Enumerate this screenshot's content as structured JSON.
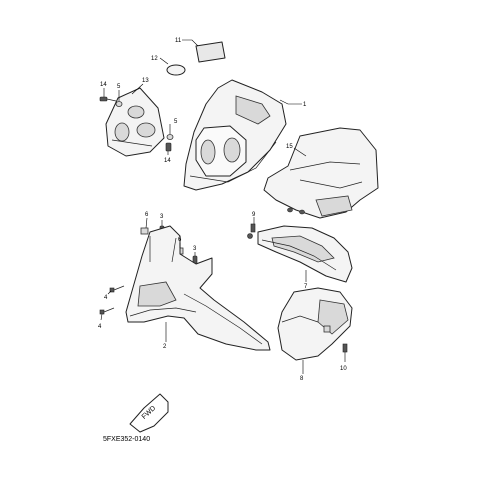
{
  "diagram_code": "5FXE352-0140",
  "fwd_label": "FWD",
  "callouts": {
    "c11": "11",
    "c12": "12",
    "c14a": "14",
    "c5a": "5",
    "c13": "13",
    "c1": "1",
    "c5b": "5",
    "c14b": "14",
    "c15": "15",
    "c6a": "6",
    "c3a": "3",
    "c6b": "6",
    "c3b": "3",
    "c9": "9",
    "c4a": "4",
    "c4b": "4",
    "c2": "2",
    "c7": "7",
    "c10": "10",
    "c8": "8"
  }
}
